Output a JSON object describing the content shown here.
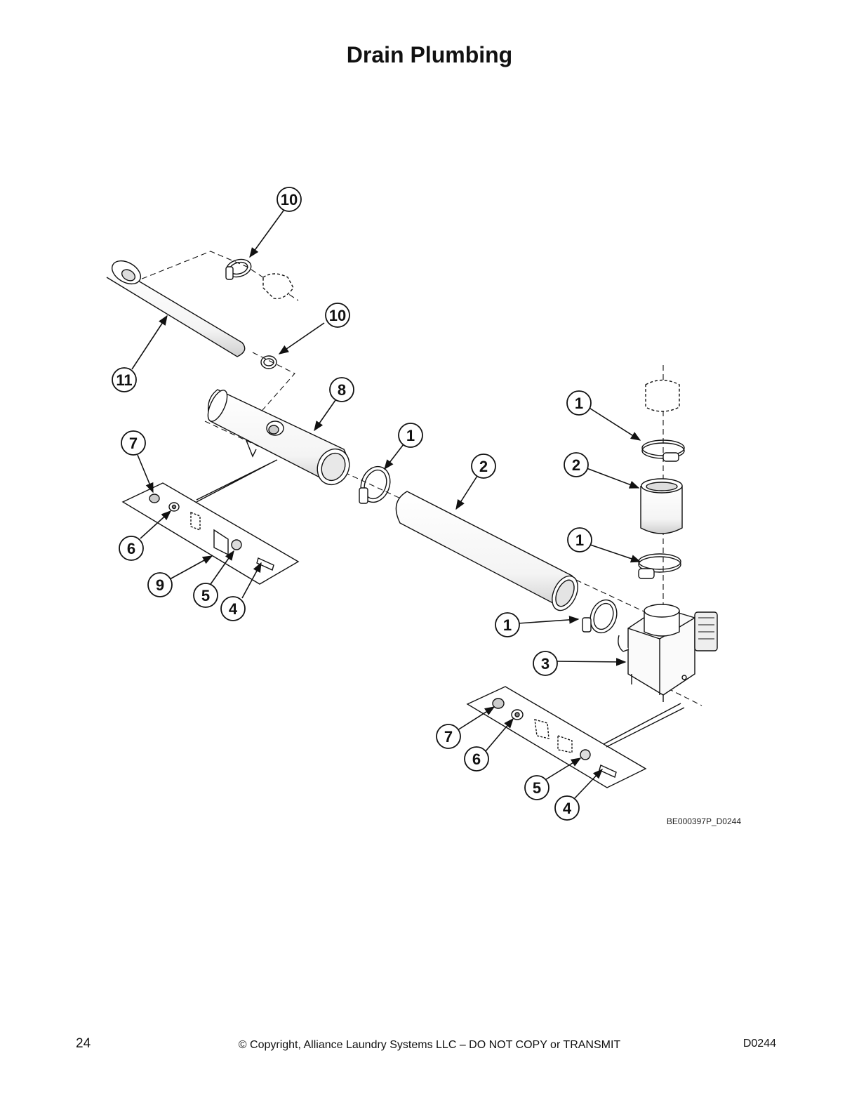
{
  "page": {
    "title": "Drain Plumbing",
    "figure_code": "BE000397P_D0244",
    "page_number": "24",
    "copyright": "© Copyright, Alliance Laundry Systems LLC – DO NOT COPY or TRANSMIT",
    "doc_code": "D0244"
  },
  "callouts": [
    "10",
    "10",
    "11",
    "8",
    "1",
    "2",
    "7",
    "6",
    "9",
    "5",
    "4",
    "1",
    "2",
    "1",
    "1",
    "3",
    "7",
    "6",
    "5",
    "4"
  ],
  "colors": {
    "ink": "#111111",
    "paper": "#ffffff",
    "shade": "#dddddd"
  }
}
